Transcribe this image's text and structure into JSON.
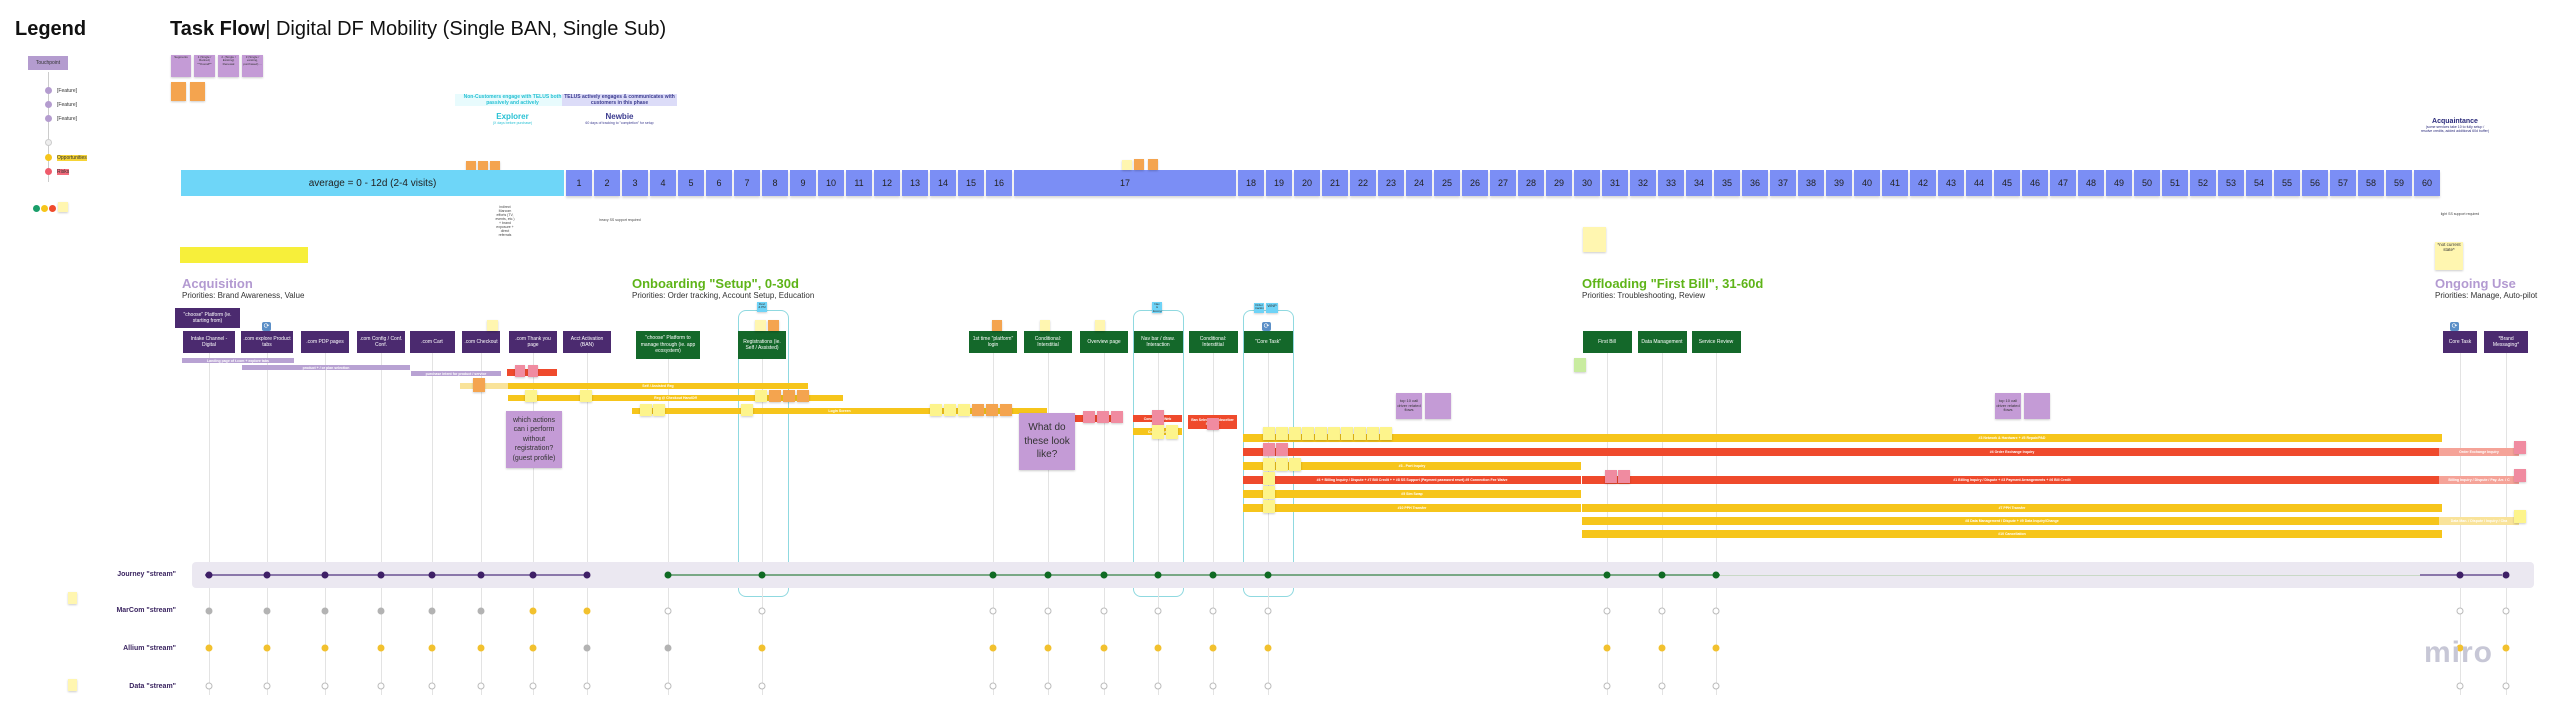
{
  "legend": {
    "title": "Legend",
    "touchpoint_label": "Touchpoint",
    "features": [
      "[Feature]",
      "[Feature]",
      "[Feature]"
    ],
    "opportunities_label": "Opportunities",
    "risks_label": "Risks",
    "colors": {
      "feature": "#b49ccf",
      "empty": "#e6e6e6",
      "opportunity": "#f6c51b",
      "risk": "#ef5b6b"
    }
  },
  "header": {
    "title_bold": "Task Flow",
    "title_rest": "| Digital DF Mobility (Single BAN, Single Sub)"
  },
  "segments": {
    "stickies": [
      "Segments",
      "1 (Single / Retired) **Overall**",
      "2. (Single / Existing) Renewal",
      "3 (Single / existing, purchased) ..."
    ]
  },
  "phases": {
    "explorer": {
      "note": "Non-Customers engage with TELUS both passively and actively",
      "name": "Explorer",
      "sub": "(X days before purchase)",
      "color": "#2cc3d6"
    },
    "newbie": {
      "note": "TELUS actively engages & communicates with customers in this phase",
      "name": "Newbie",
      "sub": "60 days of tracking to \"completion\" for setup",
      "color": "#3b3b8f"
    },
    "acquaintance": {
      "name": "Acquaintance",
      "sub": "(some services take 10 to fully setup / resolve credits, added additional 60d buffer)"
    }
  },
  "timeline": {
    "average_label": "average = 0 - 12d (2-4 visits)",
    "days": [
      "1",
      "2",
      "3",
      "4",
      "5",
      "6",
      "7",
      "8",
      "9",
      "10",
      "11",
      "12",
      "13",
      "14",
      "15",
      "16",
      "17",
      "18",
      "19",
      "20",
      "21",
      "22",
      "23",
      "24",
      "25",
      "26",
      "27",
      "28",
      "29",
      "30",
      "31",
      "32",
      "33",
      "34",
      "35",
      "36",
      "37",
      "38",
      "39",
      "40",
      "41",
      "42",
      "43",
      "44",
      "45",
      "46",
      "47",
      "48",
      "49",
      "50",
      "51",
      "52",
      "53",
      "54",
      "55",
      "56",
      "57",
      "58",
      "59",
      "60"
    ],
    "heavy_note": "heavy SS support required",
    "light_note": "light SS support required",
    "indirect_note": "indirect Marcom efforts (TV, events, etc.) + brand exposure + direct referrals"
  },
  "sections": {
    "acquisition": {
      "title": "Acquisition",
      "priorities": "Priorities: Brand Awareness, Value",
      "color": "#b39ad1"
    },
    "onboarding": {
      "title": "Onboarding \"Setup\", 0-30d",
      "priorities": "Priorities: Order tracking, Account Setup, Education",
      "color": "#5eb418"
    },
    "offloading": {
      "title": "Offloading \"First Bill\", 31-60d",
      "priorities": "Priorities: Troubleshooting, Review",
      "color": "#5eb418"
    },
    "ongoing": {
      "title": "Ongoing Use",
      "priorities": "Priorities: Manage, Auto-pilot",
      "color": "#b39ad1",
      "note": "*not current state*"
    }
  },
  "touchpoints": [
    {
      "label": "Intake Channel - Digital",
      "color": "purple"
    },
    {
      "label": ".com explore Product tabs",
      "color": "purple"
    },
    {
      "label": ".com PDP pages",
      "color": "purple"
    },
    {
      "label": ".com Config / Conf. Conf.",
      "color": "purple"
    },
    {
      "label": ".com Cart",
      "color": "purple"
    },
    {
      "label": ".com Checkout",
      "color": "purple"
    },
    {
      "label": ".com Thank you page",
      "color": "purple"
    },
    {
      "label": "Acct Activation (BAN)",
      "color": "purple"
    },
    {
      "label": "\"choose\" Platform to manage through (ie. app ecosystem)",
      "color": "green"
    },
    {
      "label": "Registrations (ie. Self / Assisted)",
      "color": "green"
    },
    {
      "label": "1st time \"platform\" login",
      "color": "green"
    },
    {
      "label": "Conditional: Interstitial",
      "color": "green"
    },
    {
      "label": "Overview page",
      "color": "green"
    },
    {
      "label": "Nav bar / draw. Interaction",
      "color": "green"
    },
    {
      "label": "Conditional: Interstitial",
      "color": "green"
    },
    {
      "label": "\"Core Task\"",
      "color": "green"
    },
    {
      "label": "First Bill",
      "color": "green"
    },
    {
      "label": "Data Management",
      "color": "green"
    },
    {
      "label": "Service Review",
      "color": "green"
    },
    {
      "label": "Core Task",
      "color": "purple"
    },
    {
      "label": "*Brand Messaging*",
      "color": "purple"
    }
  ],
  "choose_platform_top": "\"choose\" Platform (ie. starting from)",
  "bands": [
    {
      "label": "Landing page of t.com + explore tabs",
      "color": "lpurple"
    },
    {
      "label": "product + / or plan selection",
      "color": "lpurple"
    },
    {
      "label": "purchase intent for product / service",
      "color": "lpurple"
    },
    {
      "label": "Self / Assisted Reg",
      "color": "yellow"
    },
    {
      "label": "Reg @ Checkout HandOff",
      "color": "yellow"
    },
    {
      "label": "Login Screen",
      "color": "yellow"
    },
    {
      "label": "Conditional Web",
      "color": "red"
    },
    {
      "label": "Conditional",
      "color": "yellow"
    },
    {
      "label": "Ban Selector / Subscriber Selector",
      "color": "red"
    },
    {
      "label": "#2 Network & Hardware + #5 Repair/PAD",
      "color": "yellow"
    },
    {
      "label": "#2 - Order Tracking",
      "color": "red"
    },
    {
      "label": "#3 - Port Inquiry",
      "color": "yellow"
    },
    {
      "label": "#4 + Billing Inquiry / Dispute + #7 Bill Credit + + #8 SS Support (Payment password reset) #9 Connection Fee Waive",
      "color": "red"
    },
    {
      "label": "#5 Sim Swap",
      "color": "yellow"
    },
    {
      "label": "#10 PPH Transfer",
      "color": "yellow"
    },
    {
      "label": "#3 Network & Hardware + #5 Repair/PAD",
      "color": "yellow"
    },
    {
      "label": "#4 Order Exchange Inquiry",
      "color": "red"
    },
    {
      "label": "#1 Billing Inquiry / Dispute + #3 Payment Arrangements + #6 Bill Credit",
      "color": "red"
    },
    {
      "label": "#7 PPH Transfer",
      "color": "yellow"
    },
    {
      "label": "#8 Data Management / Dispute + #9 Data Inquiry/Change",
      "color": "yellow"
    },
    {
      "label": "#10 Cancellation",
      "color": "yellow"
    },
    {
      "label": "Order Exchange Inquiry",
      "color": "fade-red"
    },
    {
      "label": "Billing Inquiry / Dispute / Pay. Arr. / C",
      "color": "fade-red"
    },
    {
      "label": "Data Man. / Dispute / Inquiry / Cha",
      "color": "fade-yellow"
    }
  ],
  "big_stickies": {
    "guest_question": "which actions can i perform without registration? (guest profile)",
    "what_look_like": "What do these look like?",
    "top10_a": "top 10 call driver related flows",
    "top10_b": "top 10 call driver related flows"
  },
  "small_stickies": {
    "blue_reg": "Devt & PM",
    "blue_nav": "Nav & Ecosystem",
    "blue_core1": "Order tracking",
    "blue_core2": "WNP",
    "wnp": "WNP"
  },
  "streams": {
    "labels": [
      "Journey \"stream\"",
      "MarCom \"stream\"",
      "Allium \"stream\"",
      "Data \"stream\""
    ],
    "marcom": [
      "gray",
      "gray",
      "gray",
      "gray",
      "gray",
      "gray",
      "yellow",
      "yellow",
      "empty",
      "empty",
      "empty",
      "empty",
      "empty",
      "empty",
      "empty",
      "empty",
      "empty",
      "empty",
      "empty",
      "empty",
      "empty"
    ],
    "allium": [
      "yellow",
      "yellow",
      "yellow",
      "yellow",
      "yellow",
      "yellow",
      "yellow",
      "gray",
      "gray",
      "yellow",
      "yellow",
      "yellow",
      "yellow",
      "yellow",
      "yellow",
      "yellow",
      "yellow",
      "yellow",
      "yellow",
      "yellow",
      "yellow"
    ],
    "data": [
      "empty",
      "empty",
      "empty",
      "empty",
      "empty",
      "empty",
      "empty",
      "empty",
      "empty",
      "empty",
      "empty",
      "empty",
      "empty",
      "empty",
      "empty",
      "empty",
      "empty",
      "empty",
      "empty",
      "empty",
      "empty"
    ]
  },
  "watermark": "miro"
}
